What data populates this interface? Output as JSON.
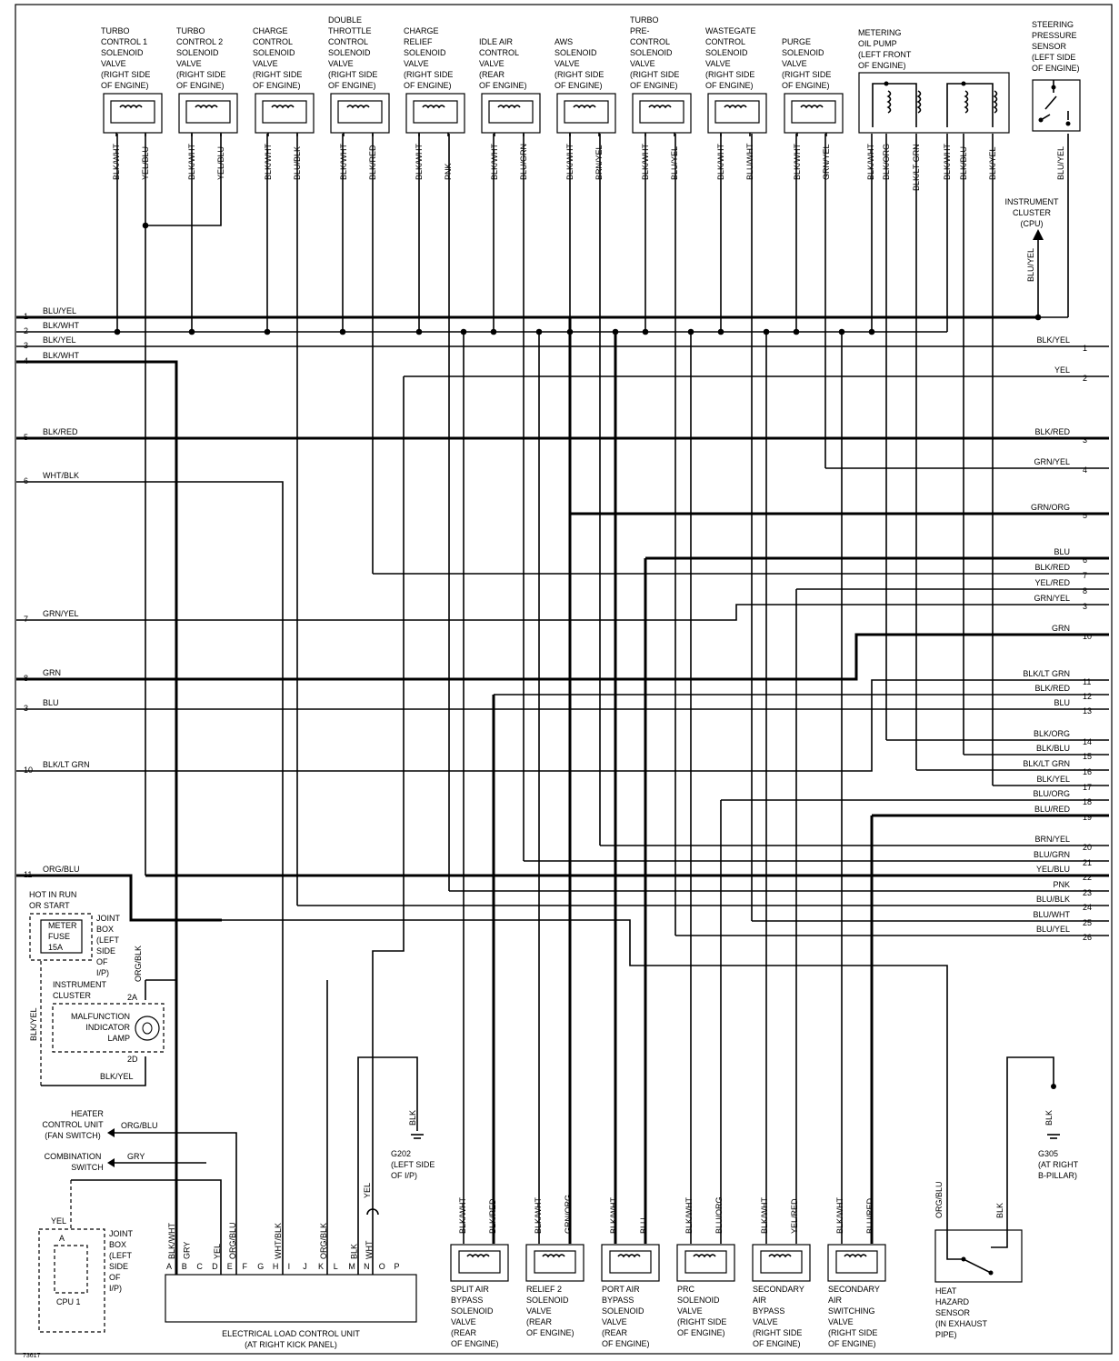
{
  "figure_id": "73617",
  "top_components": [
    {
      "id": "tc1",
      "label": [
        "TURBO",
        "CONTROL 1",
        "SOLENOID",
        "VALVE",
        "(RIGHT SIDE",
        "OF ENGINE)"
      ],
      "pins": [
        "BLK/WHT",
        "YEL/BLU"
      ]
    },
    {
      "id": "tc2",
      "label": [
        "TURBO",
        "CONTROL 2",
        "SOLENOID",
        "VALVE",
        "(RIGHT SIDE",
        "OF ENGINE)"
      ],
      "pins": [
        "BLK/WHT",
        "YEL/BLU"
      ]
    },
    {
      "id": "charge",
      "label": [
        "CHARGE",
        "CONTROL",
        "SOLENOID",
        "VALVE",
        "(RIGHT SIDE",
        "OF ENGINE)"
      ],
      "pins": [
        "BLK/WHT",
        "BLU/BLK"
      ]
    },
    {
      "id": "dthrottle",
      "label": [
        "DOUBLE",
        "THROTTLE",
        "CONTROL",
        "SOLENOID",
        "VALVE",
        "(RIGHT SIDE",
        "OF ENGINE)"
      ],
      "pins": [
        "BLK/WHT",
        "BLK/RED"
      ]
    },
    {
      "id": "relief",
      "label": [
        "CHARGE",
        "RELIEF",
        "SOLENOID",
        "VALVE",
        "(RIGHT SIDE",
        "OF ENGINE)"
      ],
      "pins": [
        "BLK/WHT",
        "PNK"
      ]
    },
    {
      "id": "idle",
      "label": [
        "IDLE AIR",
        "CONTROL",
        "VALVE",
        "(REAR",
        "OF ENGINE)"
      ],
      "pins": [
        "BLK/WHT",
        "BLU/GRN"
      ]
    },
    {
      "id": "aws",
      "label": [
        "AWS",
        "SOLENOID",
        "VALVE",
        "(RIGHT SIDE",
        "OF ENGINE)"
      ],
      "pins": [
        "BLK/WHT",
        "BRN/YEL"
      ]
    },
    {
      "id": "precontrol",
      "label": [
        "TURBO",
        "PRE-",
        "CONTROL",
        "SOLENOID",
        "VALVE",
        "(RIGHT SIDE",
        "OF ENGINE)"
      ],
      "pins": [
        "BLK/WHT",
        "BLU/YEL"
      ]
    },
    {
      "id": "wastegate",
      "label": [
        "WASTEGATE",
        "CONTROL",
        "SOLENOID",
        "VALVE",
        "(RIGHT SIDE",
        "OF ENGINE)"
      ],
      "pins": [
        "BLK/WHT",
        "BLU/WHT"
      ]
    },
    {
      "id": "purge",
      "label": [
        "PURGE",
        "SOLENOID",
        "VALVE",
        "(RIGHT SIDE",
        "OF ENGINE)"
      ],
      "pins": [
        "BLK/WHT",
        "GRN/YEL"
      ]
    },
    {
      "id": "oilpump",
      "label": [
        "METERING",
        "OIL PUMP",
        "(LEFT FRONT",
        "OF ENGINE)"
      ],
      "pins": [
        "BLK/WHT",
        "BLK/ORG",
        "BLK/LT GRN",
        "BLK/WHT",
        "BLK/BLU",
        "BLK/YEL"
      ]
    },
    {
      "id": "steering",
      "label": [
        "STEERING",
        "PRESSURE",
        "SENSOR",
        "(LEFT SIDE",
        "OF ENGINE)"
      ],
      "pins": [
        "BLU/YEL"
      ]
    }
  ],
  "instrument_cluster_cpu": [
    "INSTRUMENT",
    "CLUSTER",
    "(CPU)"
  ],
  "instrument_cluster_wire": "BLU/YEL",
  "left_wires": [
    {
      "n": "1",
      "label": "BLU/YEL"
    },
    {
      "n": "2",
      "label": "BLK/WHT"
    },
    {
      "n": "3",
      "label": "BLK/YEL"
    },
    {
      "n": "4",
      "label": "BLK/WHT"
    },
    {
      "n": "5",
      "label": "BLK/RED"
    },
    {
      "n": "6",
      "label": "WHT/BLK"
    },
    {
      "n": "7",
      "label": "GRN/YEL"
    },
    {
      "n": "8",
      "label": "GRN"
    },
    {
      "n": "3",
      "label": "BLU"
    },
    {
      "n": "10",
      "label": "BLK/LT GRN"
    },
    {
      "n": "11",
      "label": "ORG/BLU"
    }
  ],
  "right_wires": [
    {
      "n": "1",
      "label": "BLK/YEL"
    },
    {
      "n": "2",
      "label": "YEL"
    },
    {
      "n": "3",
      "label": "BLK/RED"
    },
    {
      "n": "4",
      "label": "GRN/YEL"
    },
    {
      "n": "5",
      "label": "GRN/ORG"
    },
    {
      "n": "6",
      "label": "BLU"
    },
    {
      "n": "7",
      "label": "BLK/RED"
    },
    {
      "n": "8",
      "label": "YEL/RED"
    },
    {
      "n": "3",
      "label": "GRN/YEL"
    },
    {
      "n": "10",
      "label": "GRN"
    },
    {
      "n": "11",
      "label": "BLK/LT GRN"
    },
    {
      "n": "12",
      "label": "BLK/RED"
    },
    {
      "n": "13",
      "label": "BLU"
    },
    {
      "n": "14",
      "label": "BLK/ORG"
    },
    {
      "n": "15",
      "label": "BLK/BLU"
    },
    {
      "n": "16",
      "label": "BLK/LT GRN"
    },
    {
      "n": "17",
      "label": "BLK/YEL"
    },
    {
      "n": "18",
      "label": "BLU/ORG"
    },
    {
      "n": "19",
      "label": "BLU/RED"
    },
    {
      "n": "20",
      "label": "BRN/YEL"
    },
    {
      "n": "21",
      "label": "BLU/GRN"
    },
    {
      "n": "22",
      "label": "YEL/BLU"
    },
    {
      "n": "23",
      "label": "PNK"
    },
    {
      "n": "24",
      "label": "BLU/BLK"
    },
    {
      "n": "25",
      "label": "BLU/WHT"
    },
    {
      "n": "26",
      "label": "BLU/YEL"
    }
  ],
  "hot_in_run": [
    "HOT IN RUN",
    "OR START"
  ],
  "meter_fuse": [
    "METER",
    "FUSE",
    "15A"
  ],
  "joint_box_left": [
    "JOINT",
    "BOX",
    "(LEFT",
    "SIDE",
    "OF",
    "I/P)"
  ],
  "instrument_cluster_mil": [
    "INSTRUMENT",
    "CLUSTER"
  ],
  "mil": [
    "MALFUNCTION",
    "INDICATOR",
    "LAMP"
  ],
  "mil_pins": [
    "2A",
    "2D"
  ],
  "mil_wires": {
    "top": "ORG/BLK",
    "bottom": "BLK/YEL",
    "left": "BLK/YEL"
  },
  "heater": [
    "HEATER",
    "CONTROL UNIT",
    "(FAN SWITCH)"
  ],
  "heater_wire": "ORG/BLU",
  "combination": [
    "COMBINATION",
    "SWITCH"
  ],
  "combination_wire": "GRY",
  "cpu1_wire": "YEL",
  "cpu1_pin": "A",
  "cpu1": "CPU 1",
  "g202": [
    "G202",
    "(LEFT SIDE",
    "OF I/P)"
  ],
  "g202_wire": "BLK",
  "g305": [
    "G305",
    "(AT RIGHT",
    "B-PILLAR)"
  ],
  "g305_wire": "BLK",
  "elcu_pins": [
    "A",
    "B",
    "C",
    "D",
    "E",
    "F",
    "G",
    "H",
    "I",
    "J",
    "K",
    "L",
    "M",
    "N",
    "O",
    "P"
  ],
  "elcu_wires": [
    {
      "pin": "A",
      "label": "BLK/WHT"
    },
    {
      "pin": "B",
      "label": "GRY"
    },
    {
      "pin": "D",
      "label": "YEL"
    },
    {
      "pin": "E",
      "label": "ORG/BLU"
    },
    {
      "pin": "H",
      "label": "WHT/BLK"
    },
    {
      "pin": "K",
      "label": "ORG/BLK"
    },
    {
      "pin": "M",
      "label": "BLK"
    },
    {
      "pin": "N",
      "label": "WHT"
    }
  ],
  "elcu_yel": "YEL",
  "elcu": [
    "ELECTRICAL LOAD CONTROL UNIT",
    "(AT RIGHT KICK PANEL)"
  ],
  "bottom_components": [
    {
      "label": [
        "SPLIT AIR",
        "BYPASS",
        "SOLENOID",
        "VALVE",
        "(REAR",
        "OF ENGINE)"
      ],
      "pins": [
        "BLK/WHT",
        "BLK/RED"
      ]
    },
    {
      "label": [
        "RELIEF 2",
        "SOLENOID",
        "VALVE",
        "(REAR",
        "OF ENGINE)"
      ],
      "pins": [
        "BLK/WHT",
        "GRN/ORG"
      ]
    },
    {
      "label": [
        "PORT AIR",
        "BYPASS",
        "SOLENOID",
        "VALVE",
        "(REAR",
        "OF ENGINE)"
      ],
      "pins": [
        "BLK/WHT",
        "BLU"
      ]
    },
    {
      "label": [
        "PRC",
        "SOLENOID",
        "VALVE",
        "(RIGHT SIDE",
        "OF ENGINE)"
      ],
      "pins": [
        "BLK/WHT",
        "BLU/ORG"
      ]
    },
    {
      "label": [
        "SECONDARY",
        "AIR",
        "BYPASS",
        "VALVE",
        "(RIGHT SIDE",
        "OF ENGINE)"
      ],
      "pins": [
        "BLK/WHT",
        "YEL/RED"
      ]
    },
    {
      "label": [
        "SECONDARY",
        "AIR",
        "SWITCHING",
        "VALVE",
        "(RIGHT SIDE",
        "OF ENGINE)"
      ],
      "pins": [
        "BLK/WHT",
        "BLU/RED"
      ]
    }
  ],
  "heat_sensor": [
    "HEAT",
    "HAZARD",
    "SENSOR",
    "(IN EXHAUST",
    "PIPE)"
  ],
  "heat_sensor_pins": [
    "ORG/BLU",
    "BLK"
  ]
}
